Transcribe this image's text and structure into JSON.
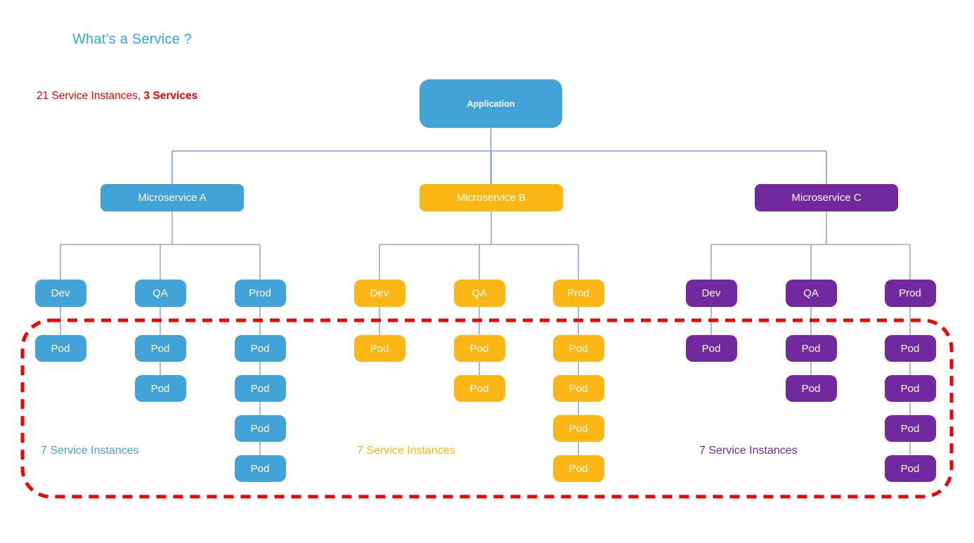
{
  "title": "What’s a Service ?",
  "title_color": "#29ABE2",
  "subtitle": {
    "text": "21 Service Instances, ",
    "bold_text": "3 Services",
    "color": "#F40000"
  },
  "application": {
    "label": "Application",
    "color": "#41A3D7"
  },
  "pod_label": "Pod",
  "connector_colors": {
    "level1": "#7E99D7",
    "sub": "#8FA9DA"
  },
  "boundary": {
    "color": "#F20000",
    "style": "dashed"
  },
  "microservices": [
    {
      "label": "Microservice A",
      "color": "#41A3D7",
      "instances_label": "7 Service Instances",
      "environments": [
        {
          "label": "Dev",
          "pod_count": 1
        },
        {
          "label": "QA",
          "pod_count": 2
        },
        {
          "label": "Prod",
          "pod_count": 4
        }
      ]
    },
    {
      "label": "Microservice B",
      "color": "#FDB714",
      "instances_label": "7 Service Instances",
      "environments": [
        {
          "label": "Dev",
          "pod_count": 1
        },
        {
          "label": "QA",
          "pod_count": 2
        },
        {
          "label": "Prod",
          "pod_count": 4
        }
      ]
    },
    {
      "label": "Microservice C",
      "color": "#7229A0",
      "instances_label": "7 Service Instances",
      "environments": [
        {
          "label": "Dev",
          "pod_count": 1
        },
        {
          "label": "QA",
          "pod_count": 2
        },
        {
          "label": "Prod",
          "pod_count": 4
        }
      ]
    }
  ]
}
